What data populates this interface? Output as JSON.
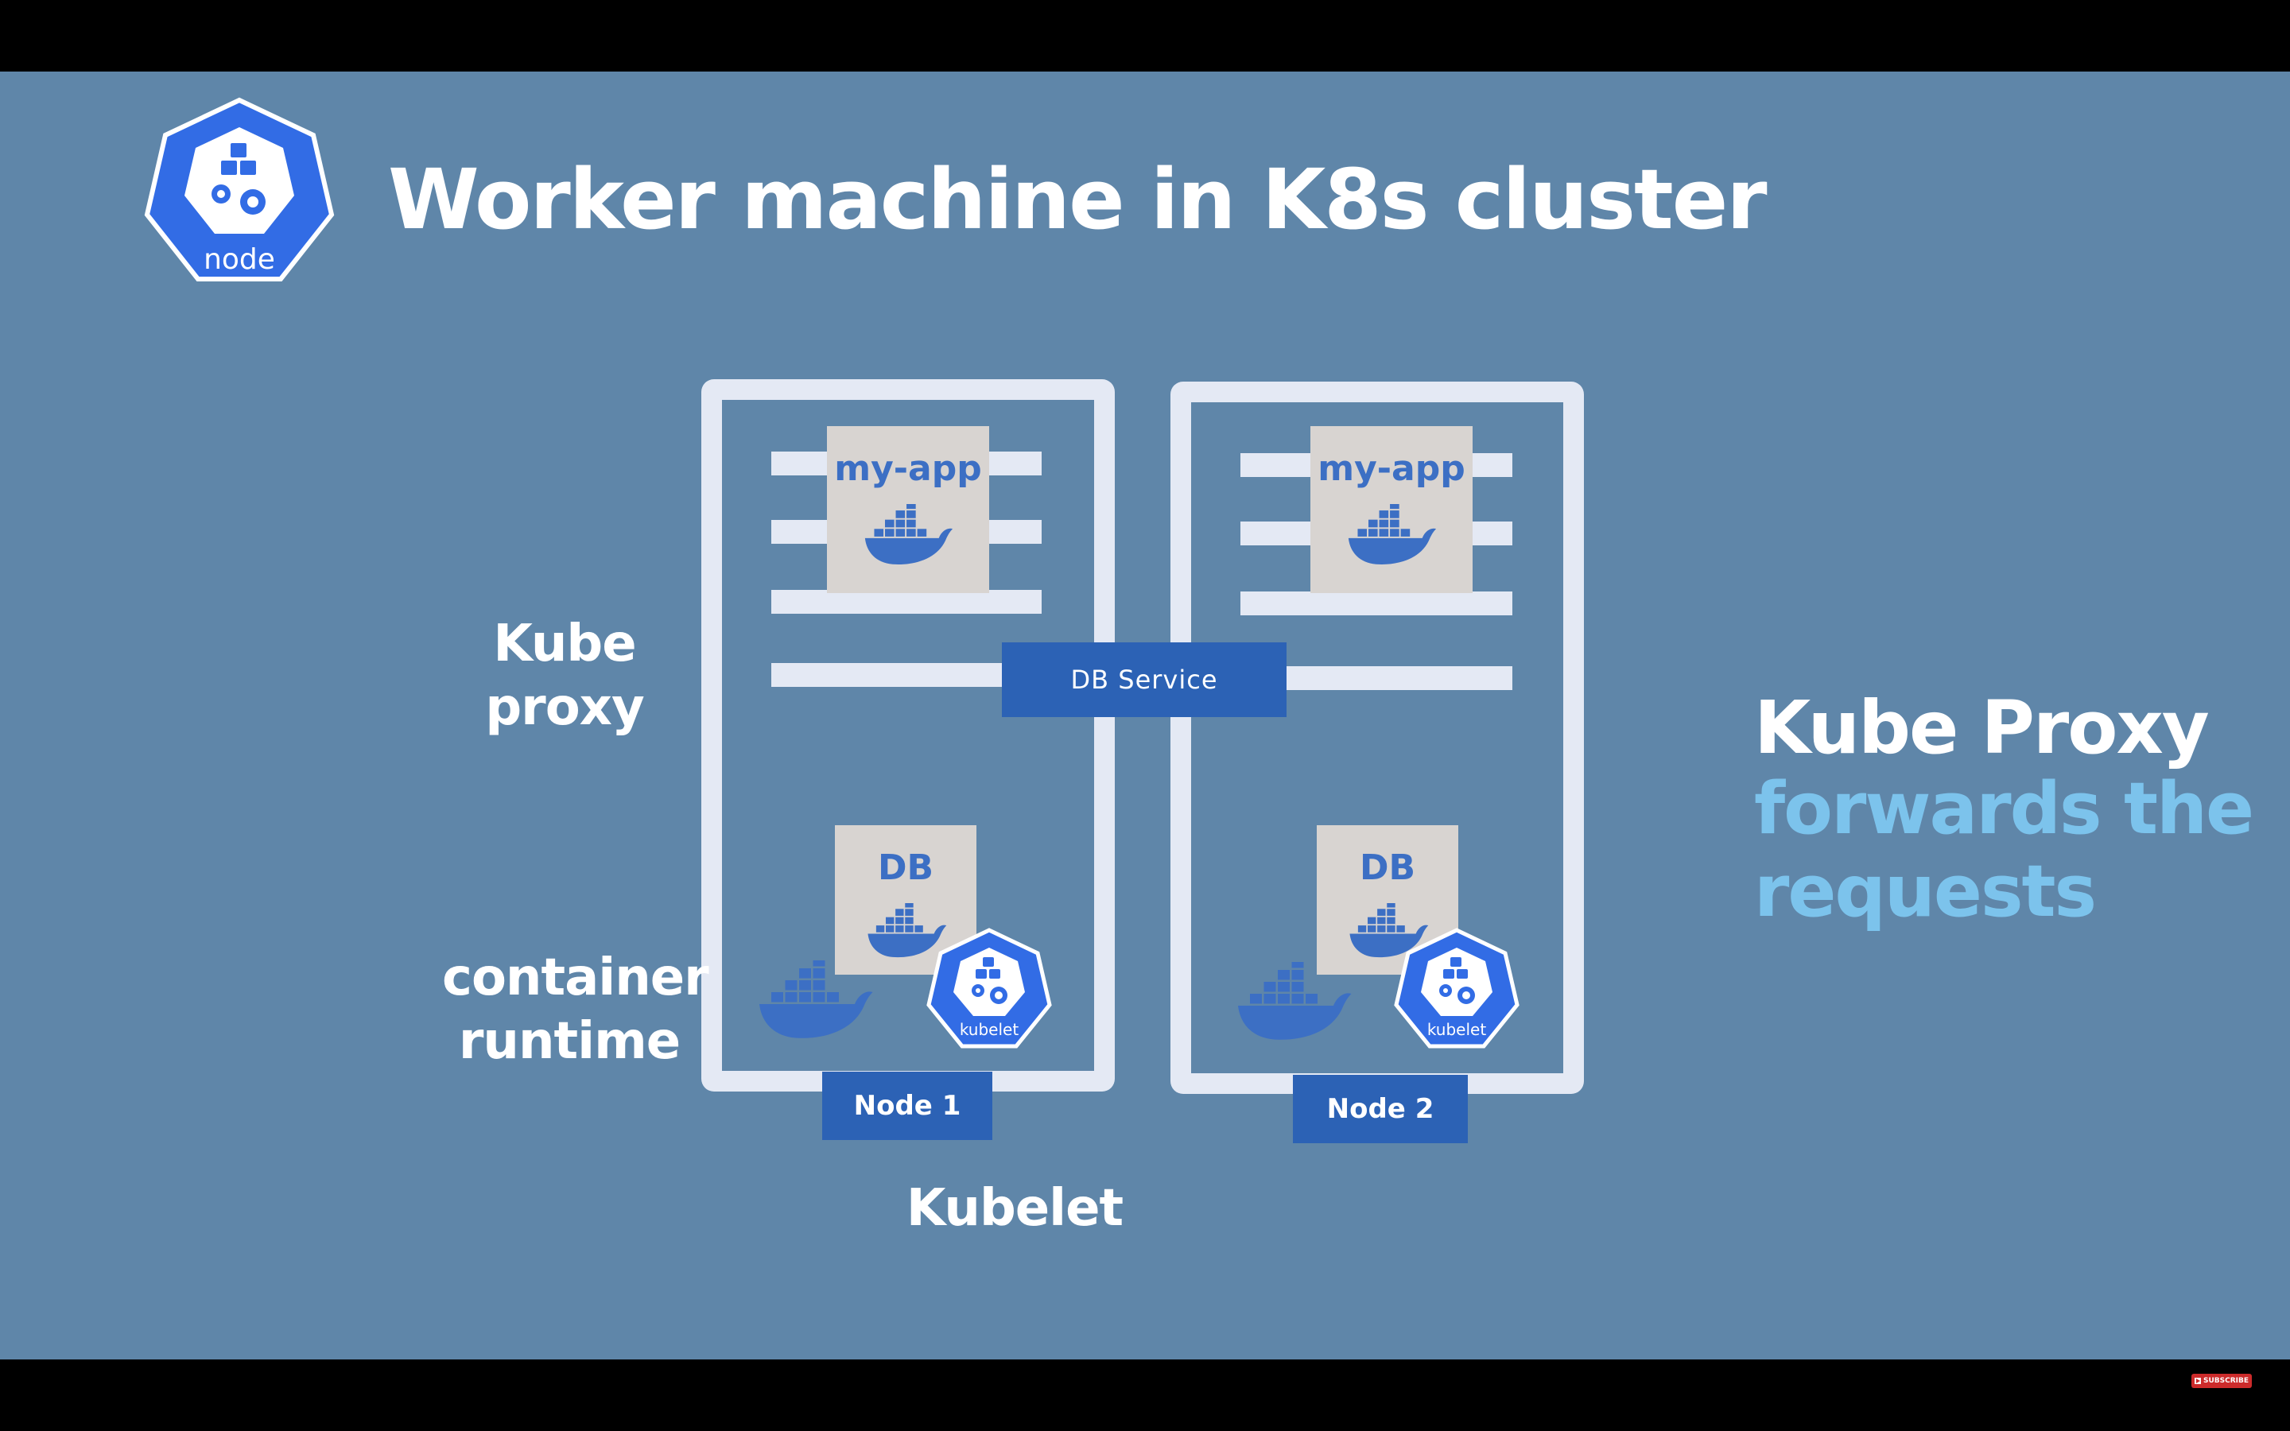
{
  "slide": {
    "title": "Worker machine in K8s cluster",
    "node_logo_label": "node",
    "db_service": "DB Service",
    "nodes": [
      {
        "label": "Node 1",
        "app_label": "my-app",
        "db_label": "DB",
        "kubelet_logo_label": "kubelet"
      },
      {
        "label": "Node 2",
        "app_label": "my-app",
        "db_label": "DB",
        "kubelet_logo_label": "kubelet"
      }
    ],
    "left_labels": {
      "kube_proxy_line1": "Kube",
      "kube_proxy_line2": "proxy",
      "runtime_line1": "container",
      "runtime_line2": "runtime"
    },
    "bottom_label": "Kubelet",
    "right_text": {
      "title": "Kube Proxy",
      "subtitle_line1": "forwards the",
      "subtitle_line2": "requests"
    }
  },
  "player": {
    "subscribe_label": "SUBSCRIBE"
  },
  "colors": {
    "background": "#5f86a9",
    "frame": "#e4e9f4",
    "accent_blue": "#2c62b5",
    "k8s_blue": "#326ce5",
    "card": "#d8d4d1",
    "highlight_text": "#7cc3ec"
  },
  "icons": [
    "node-logo-icon",
    "docker-whale-icon",
    "kubelet-logo-icon"
  ]
}
